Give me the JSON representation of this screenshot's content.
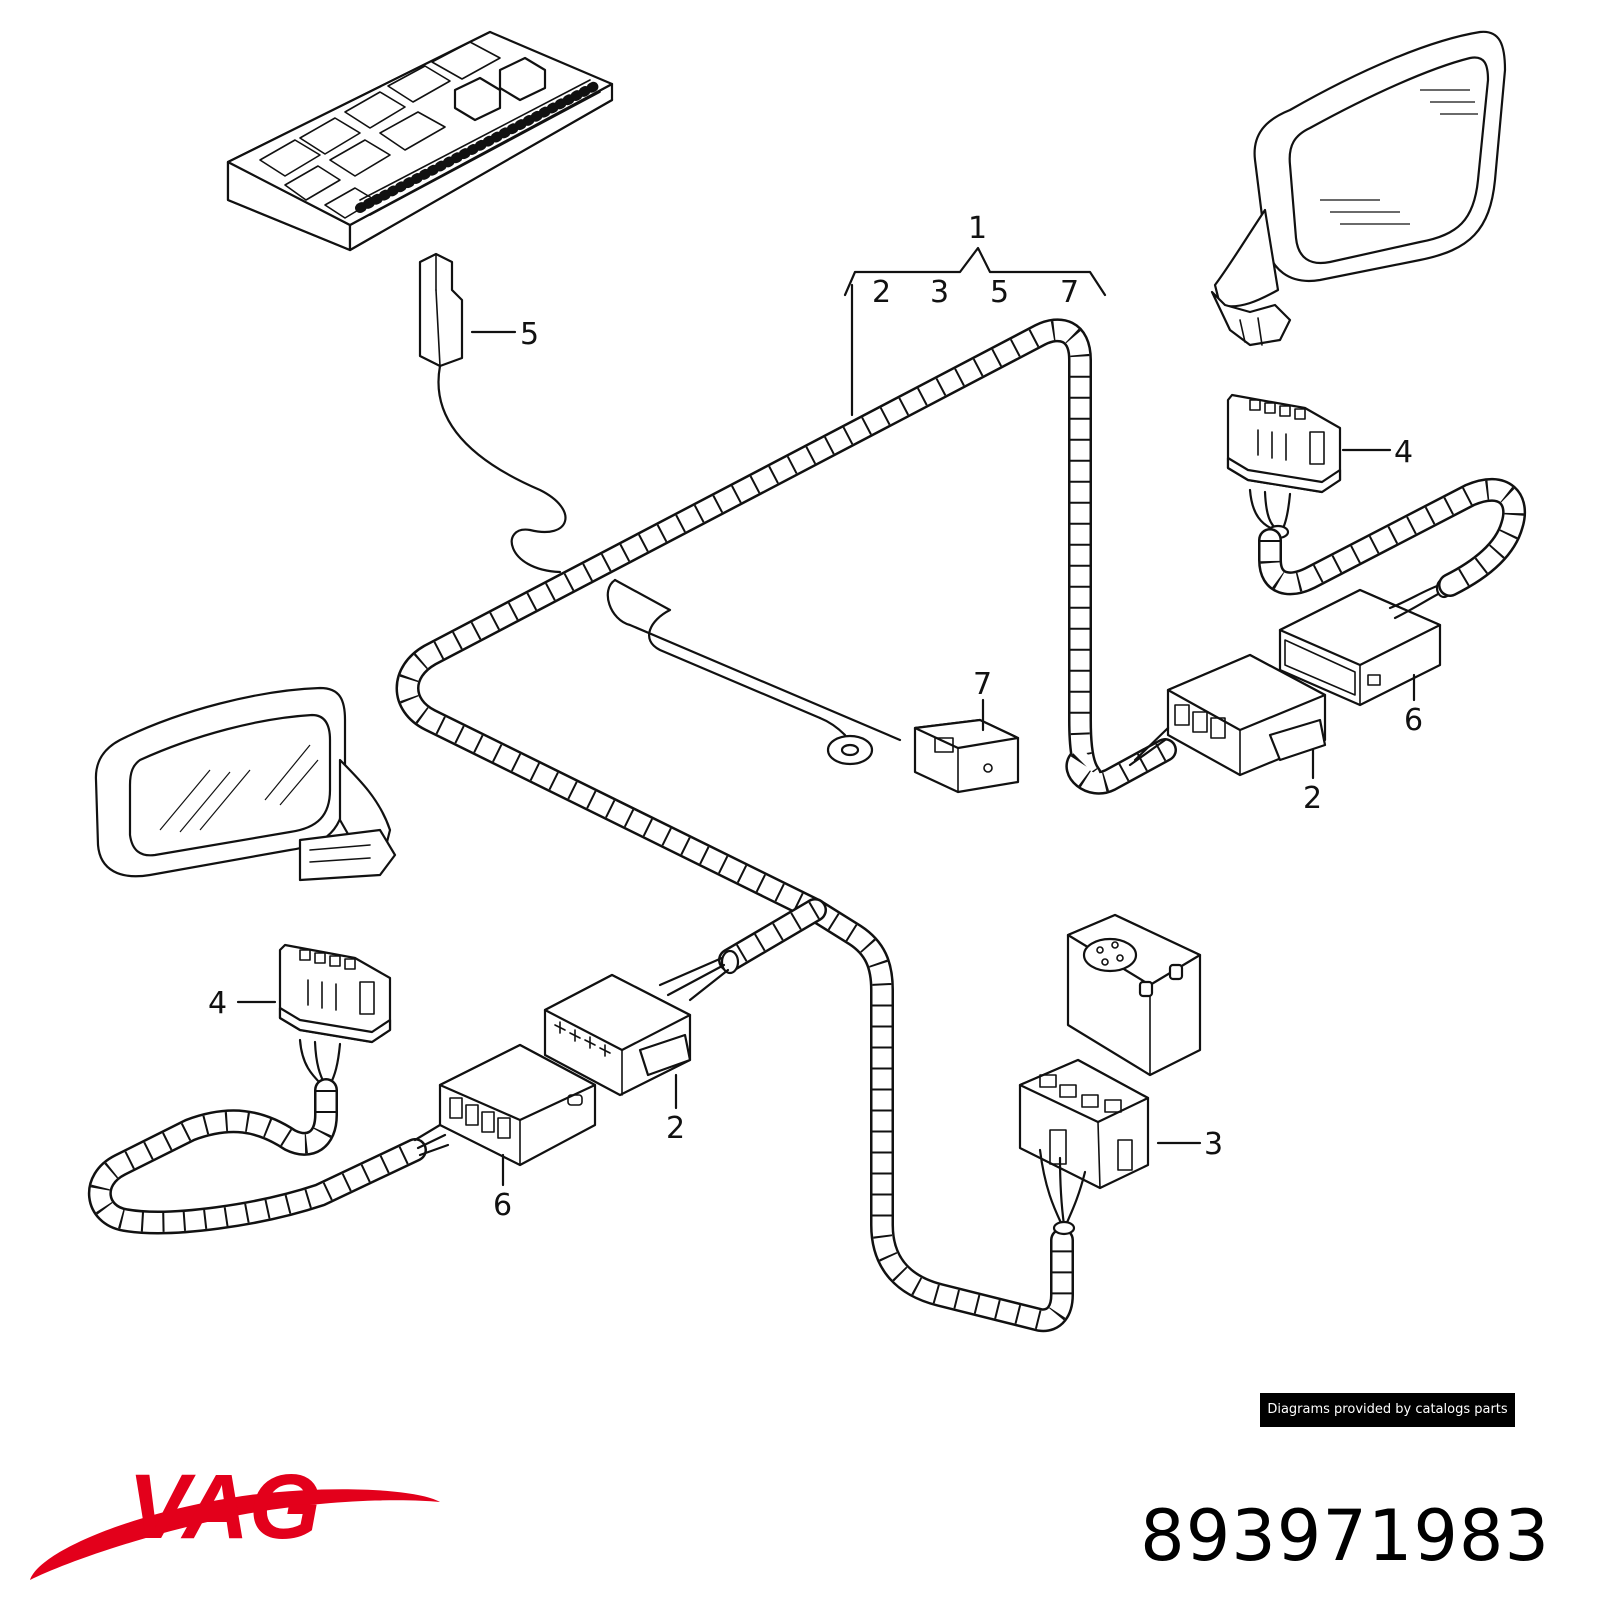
{
  "callouts": {
    "harness": "1",
    "harness_sub": [
      "2",
      "3",
      "5",
      "7"
    ],
    "relay_socket": "5",
    "right_mirror_connector": "4",
    "right_inline_socket": "6",
    "right_inline_plug": "2",
    "ground_connector": "7",
    "left_mirror_connector": "4",
    "left_inline_plug": "2",
    "left_inline_socket": "6",
    "switch_connector": "3"
  },
  "watermark": "Diagrams provided by catalogs parts",
  "brand": {
    "name": "VAG",
    "color": "#e3001b"
  },
  "part_number": "893971983"
}
